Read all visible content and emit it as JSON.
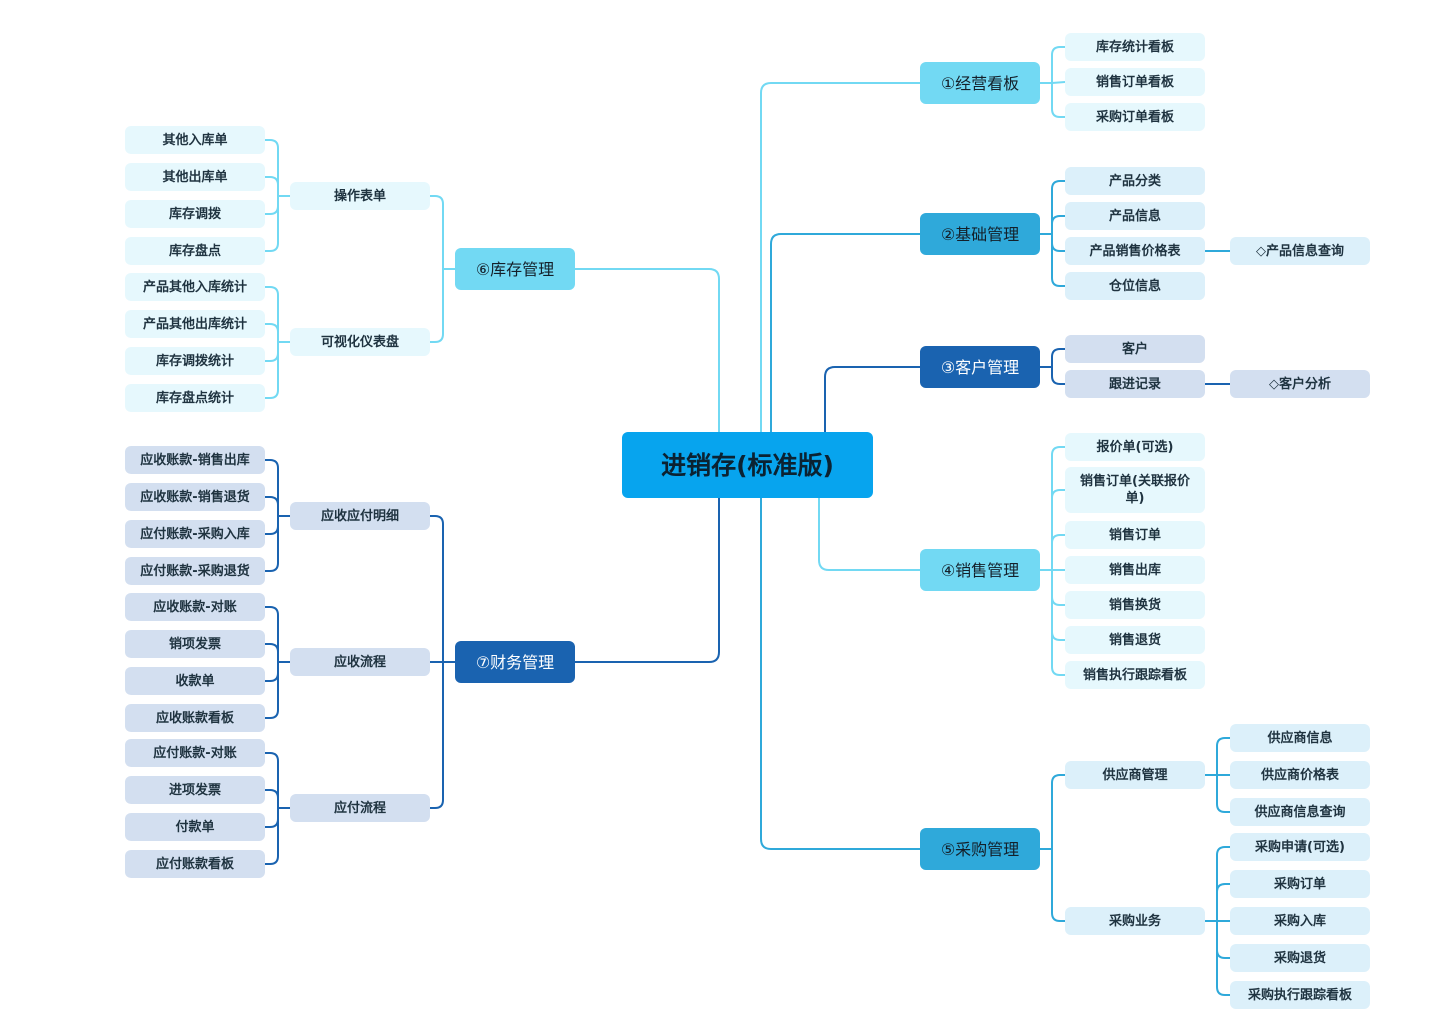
{
  "root": "进销存(标准版)",
  "colors": {
    "c1": "#72d9f3",
    "c1_bg": "#e6f8fd",
    "c2": "#2fa9da",
    "c2_bg": "#dcf0fa",
    "c3": "#1a63b0",
    "c3_bg": "#d3dff0",
    "root_bg": "#07a4ee"
  },
  "branches": [
    {
      "label": "①经营看板",
      "children": [
        {
          "label": "库存统计看板"
        },
        {
          "label": "销售订单看板"
        },
        {
          "label": "采购订单看板"
        }
      ]
    },
    {
      "label": "②基础管理",
      "children": [
        {
          "label": "产品分类"
        },
        {
          "label": "产品信息"
        },
        {
          "label": "产品销售价格表",
          "children": [
            {
              "label": "◇产品信息查询"
            }
          ]
        },
        {
          "label": "仓位信息"
        }
      ]
    },
    {
      "label": "③客户管理",
      "children": [
        {
          "label": "客户"
        },
        {
          "label": "跟进记录",
          "children": [
            {
              "label": "◇客户分析"
            }
          ]
        }
      ]
    },
    {
      "label": "④销售管理",
      "children": [
        {
          "label": "报价单(可选)"
        },
        {
          "label": "销售订单(关联报价单)"
        },
        {
          "label": "销售订单"
        },
        {
          "label": "销售出库"
        },
        {
          "label": "销售换货"
        },
        {
          "label": "销售退货"
        },
        {
          "label": "销售执行跟踪看板"
        }
      ]
    },
    {
      "label": "⑤采购管理",
      "children": [
        {
          "label": "供应商管理",
          "children": [
            {
              "label": "供应商信息"
            },
            {
              "label": "供应商价格表"
            },
            {
              "label": "供应商信息查询"
            }
          ]
        },
        {
          "label": "采购业务",
          "children": [
            {
              "label": "采购申请(可选)"
            },
            {
              "label": "采购订单"
            },
            {
              "label": "采购入库"
            },
            {
              "label": "采购退货"
            },
            {
              "label": "采购执行跟踪看板"
            }
          ]
        }
      ]
    },
    {
      "label": "⑥库存管理",
      "children": [
        {
          "label": "操作表单",
          "children": [
            {
              "label": "其他入库单"
            },
            {
              "label": "其他出库单"
            },
            {
              "label": "库存调拨"
            },
            {
              "label": "库存盘点"
            }
          ]
        },
        {
          "label": "可视化仪表盘",
          "children": [
            {
              "label": "产品其他入库统计"
            },
            {
              "label": "产品其他出库统计"
            },
            {
              "label": "库存调拨统计"
            },
            {
              "label": "库存盘点统计"
            }
          ]
        }
      ]
    },
    {
      "label": "⑦财务管理",
      "children": [
        {
          "label": "应收应付明细",
          "children": [
            {
              "label": "应收账款-销售出库"
            },
            {
              "label": "应收账款-销售退货"
            },
            {
              "label": "应付账款-采购入库"
            },
            {
              "label": "应付账款-采购退货"
            }
          ]
        },
        {
          "label": "应收流程",
          "children": [
            {
              "label": "应收账款-对账"
            },
            {
              "label": "销项发票"
            },
            {
              "label": "收款单"
            },
            {
              "label": "应收账款看板"
            }
          ]
        },
        {
          "label": "应付流程",
          "children": [
            {
              "label": "应付账款-对账"
            },
            {
              "label": "进项发票"
            },
            {
              "label": "付款单"
            },
            {
              "label": "应付账款看板"
            }
          ]
        }
      ]
    }
  ]
}
